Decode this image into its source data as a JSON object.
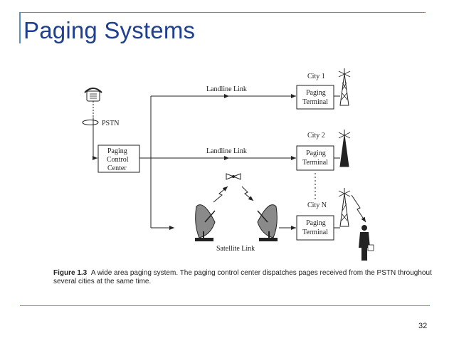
{
  "slide": {
    "title": "Paging Systems",
    "page_number": "32"
  },
  "diagram": {
    "pstn_label": "PSTN",
    "control_center": [
      "Paging",
      "Control",
      "Center"
    ],
    "landline_link_1": "Landline Link",
    "landline_link_2": "Landline Link",
    "satellite_link": "Satellite Link",
    "cities": [
      {
        "label": "City 1",
        "terminal": [
          "Paging",
          "Terminal"
        ]
      },
      {
        "label": "City 2",
        "terminal": [
          "Paging",
          "Terminal"
        ]
      },
      {
        "label": "City N",
        "terminal": [
          "Paging",
          "Terminal"
        ]
      }
    ]
  },
  "caption": {
    "label": "Figure 1.3",
    "text": "A wide area paging system. The paging control center dispatches pages received from the PSTN throughout several cities at the same time."
  }
}
